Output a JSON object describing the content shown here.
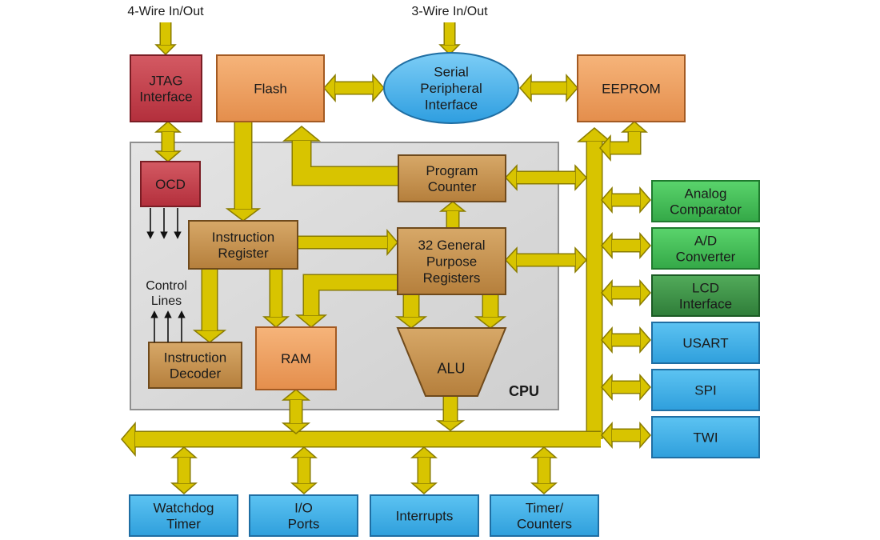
{
  "external_inputs": {
    "four_wire": "4-Wire In/Out",
    "three_wire": "3-Wire In/Out"
  },
  "blocks": {
    "jtag": [
      "JTAG",
      "Interface"
    ],
    "flash": [
      "Flash"
    ],
    "spi_bus": [
      "Serial",
      "Peripheral",
      "Interface"
    ],
    "eeprom": [
      "EEPROM"
    ],
    "ocd": [
      "OCD"
    ],
    "program_counter": [
      "Program",
      "Counter"
    ],
    "instruction_register": [
      "Instruction",
      "Register"
    ],
    "gp_registers": [
      "32 General",
      "Purpose",
      "Registers"
    ],
    "control_lines": [
      "Control",
      "Lines"
    ],
    "instruction_decoder": [
      "Instruction",
      "Decoder"
    ],
    "ram": [
      "RAM"
    ],
    "alu": [
      "ALU"
    ],
    "cpu": "CPU"
  },
  "peripherals": {
    "analog_comparator": [
      "Analog",
      "Comparator"
    ],
    "ad_converter": [
      "A/D",
      "Converter"
    ],
    "lcd_interface": [
      "LCD",
      "Interface"
    ],
    "usart": [
      "USART"
    ],
    "spi": [
      "SPI"
    ],
    "twi": [
      "TWI"
    ]
  },
  "bottom_blocks": {
    "watchdog": [
      "Watchdog",
      "Timer"
    ],
    "io_ports": [
      "I/O",
      "Ports"
    ],
    "interrupts": [
      "Interrupts"
    ],
    "timers": [
      "Timer/",
      "Counters"
    ]
  },
  "colors": {
    "arrow_fill": "#d8c400",
    "arrow_stroke": "#8a7c00",
    "red_block": "#c9434f",
    "orange_block": "#f0a466",
    "tan_block": "#c9944f",
    "green_block": "#47c25c",
    "dark_green_block": "#3f9a4a",
    "blue_block": "#46b4ea",
    "ellipse_blue": "#53b7ee",
    "cpu_area": "#dcdcdc"
  }
}
